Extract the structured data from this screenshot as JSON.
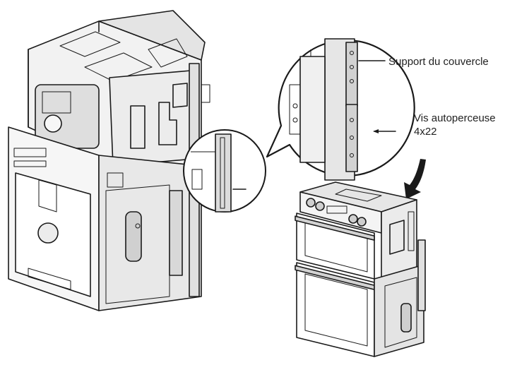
{
  "labels": {
    "bracket": "Support du couvercle",
    "screw_line1": "Vis autoperceuse",
    "screw_line2": "4x22"
  },
  "colors": {
    "line": "#1a1a1a",
    "paper": "#ffffff",
    "shade": "#e6e6e6",
    "shade_dark": "#bdbdbd"
  }
}
